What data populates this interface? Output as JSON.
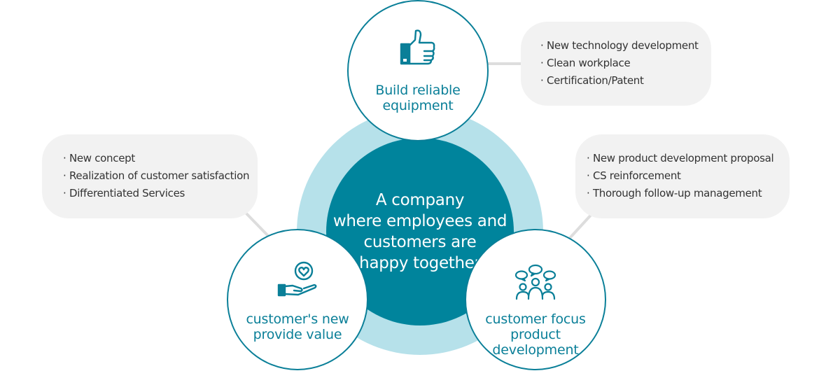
{
  "center": {
    "lines": [
      "A company",
      "where employees and",
      "customers are",
      "happy together"
    ],
    "color": "#00849c",
    "ring_color": "#b6e1ea"
  },
  "nodes": [
    {
      "id": "top",
      "icon": "thumbs-up-icon",
      "lines": [
        "Build reliable",
        "equipment"
      ],
      "bullets": [
        "New technology development",
        "Clean workplace",
        "Certification/Patent"
      ]
    },
    {
      "id": "left",
      "icon": "heart-in-hand-icon",
      "lines": [
        "customer's new",
        "provide value"
      ],
      "bullets": [
        "New concept",
        "Realization of customer satisfaction",
        "Differentiated Services"
      ]
    },
    {
      "id": "right",
      "icon": "customer-group-icon",
      "lines": [
        "customer focus",
        "product",
        "development"
      ],
      "bullets": [
        "New product development proposal",
        "CS reinforcement",
        "Thorough follow-up management"
      ]
    }
  ],
  "colors": {
    "accent": "#0a7f98",
    "bubble": "#f2f2f2",
    "connector": "#dddddd",
    "text": "#333333"
  }
}
